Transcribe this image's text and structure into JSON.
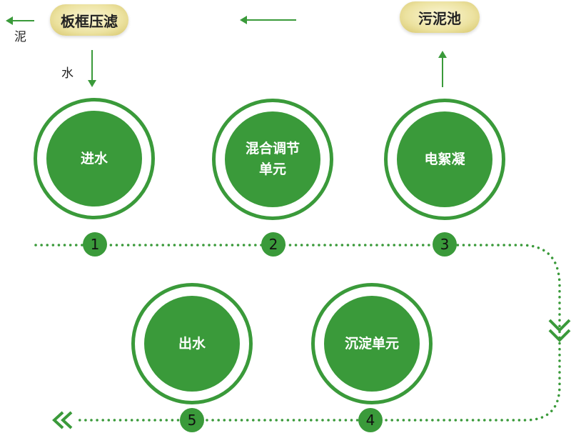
{
  "top": {
    "filter_press": "板框压滤",
    "sludge_tank": "污泥池",
    "mud": "泥",
    "water": "水"
  },
  "steps": [
    {
      "num": "1",
      "label": "进水"
    },
    {
      "num": "2",
      "label": "混合调节\n单元"
    },
    {
      "num": "3",
      "label": "电絮凝"
    },
    {
      "num": "4",
      "label": "沉淀单元"
    },
    {
      "num": "5",
      "label": "出水"
    }
  ],
  "colors": {
    "green": "#3a9a3a",
    "pill": "#ece2a0"
  }
}
